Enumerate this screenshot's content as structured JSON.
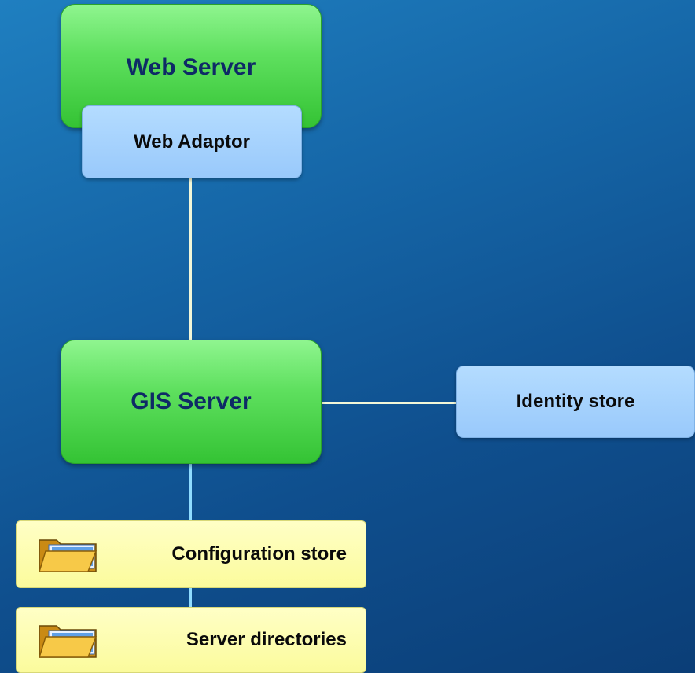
{
  "nodes": {
    "web_server": "Web Server",
    "web_adaptor": "Web Adaptor",
    "gis_server": "GIS Server",
    "identity_store": "Identity store",
    "config_store": "Configuration store",
    "server_directories": "Server directories"
  },
  "icons": {
    "folder": "folder-icon"
  },
  "colors": {
    "background_top": "#1f7fc0",
    "background_bottom": "#0b3e77",
    "server_box": "#5fe05f",
    "server_text": "#0e2a66",
    "light_box": "#a6d2fd",
    "store_box": "#fbfbab",
    "connector_white": "#f2f7d8",
    "connector_cyan": "#8fdcff"
  }
}
